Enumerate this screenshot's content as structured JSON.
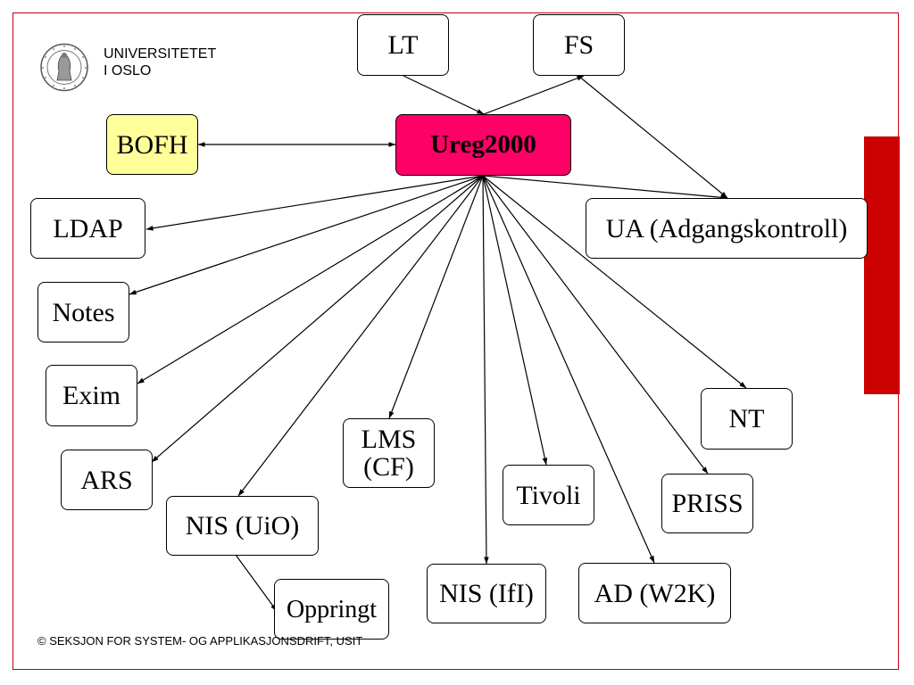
{
  "header": {
    "university_line1": "UNIVERSITETET",
    "university_line2": "I OSLO"
  },
  "nodes": {
    "lt": "LT",
    "fs": "FS",
    "bofh": "BOFH",
    "ureg": "Ureg2000",
    "ldap": "LDAP",
    "ua": "UA (Adgangskontroll)",
    "notes": "Notes",
    "exim": "Exim",
    "nt": "NT",
    "lms_line1": "LMS",
    "lms_line2": "(CF)",
    "ars": "ARS",
    "tivoli": "Tivoli",
    "priss": "PRISS",
    "nis_uio": "NIS (UiO)",
    "nis_ifi": "NIS (IfI)",
    "ad": "AD (W2K)",
    "oppringt": "Oppringt"
  },
  "footer": "© SEKSJON FOR SYSTEM- OG APPLIKASJONSDRIFT, USIT",
  "colors": {
    "hub": "#ff0066",
    "bofh": "#ffff99",
    "accent_bar": "#cc0000",
    "frame": "#c0000f"
  }
}
